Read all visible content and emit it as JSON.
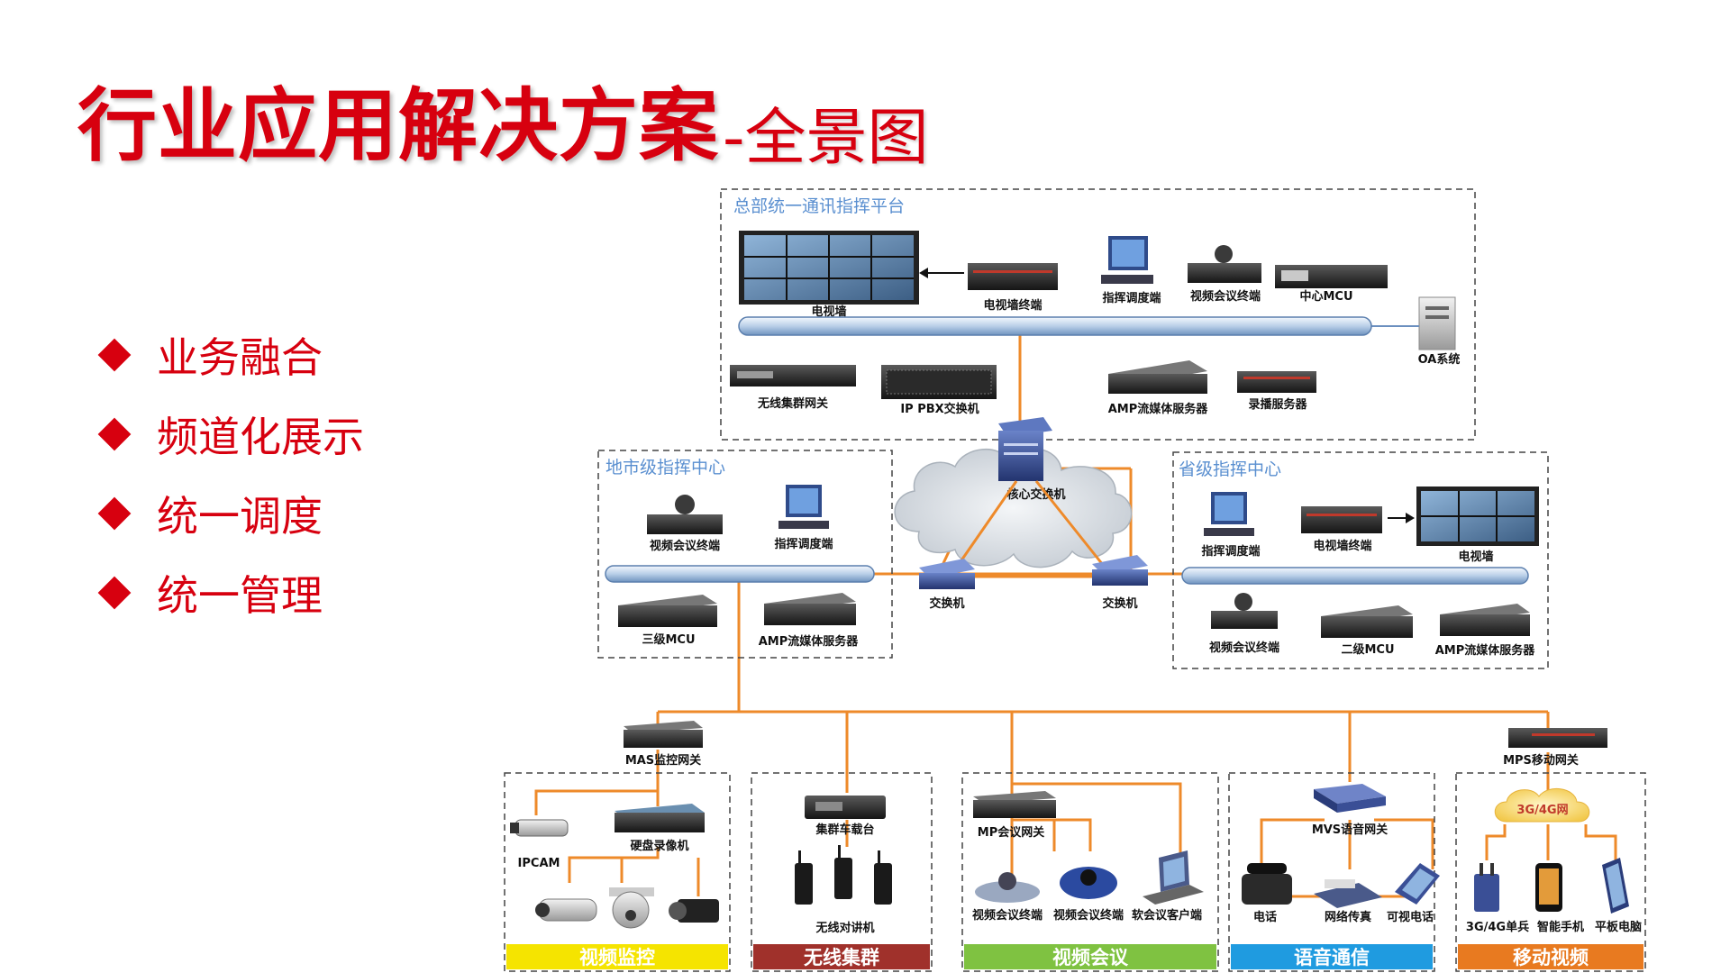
{
  "title": {
    "main": "行业应用解决方案",
    "sub": "-全景图"
  },
  "bullets": [
    "业务融合",
    "频道化展示",
    "统一调度",
    "统一管理"
  ],
  "diagram": {
    "hq": {
      "title": "总部统一通讯指挥平台",
      "labels": {
        "tvwall": "电视墙",
        "tvwall_terminal": "电视墙终端",
        "dispatch": "指挥调度端",
        "video_terminal": "视频会议终端",
        "mcu": "中心MCU",
        "oa": "OA系统",
        "trunk_gw": "无线集群网关",
        "ippbx": "IP PBX交换机",
        "amp": "AMP流媒体服务器",
        "recorder": "录播服务器"
      }
    },
    "core_switch": "核心交换机",
    "switch": "交换机",
    "city": {
      "title": "地市级指挥中心",
      "labels": {
        "video_terminal": "视频会议终端",
        "dispatch": "指挥调度端",
        "mcu": "三级MCU",
        "amp": "AMP流媒体服务器"
      }
    },
    "province": {
      "title": "省级指挥中心",
      "labels": {
        "dispatch": "指挥调度端",
        "tvwall_terminal": "电视墙终端",
        "tvwall": "电视墙",
        "video_terminal": "视频会议终端",
        "mcu": "二级MCU",
        "amp": "AMP流媒体服务器"
      }
    },
    "gateways": {
      "mas": "MAS监控网关",
      "mps": "MPS移动网关"
    },
    "bottom": {
      "video_monitor": {
        "category": "视频监控",
        "color": "#f5e400",
        "labels": {
          "ipcam": "IPCAM",
          "dvr": "硬盘录像机"
        }
      },
      "trunking": {
        "category": "无线集群",
        "color": "#a0312b",
        "labels": {
          "vehicle": "集群车载台",
          "radio": "无线对讲机"
        }
      },
      "conference": {
        "category": "视频会议",
        "color": "#7fc241",
        "labels": {
          "mp_gw": "MP会议网关",
          "t1": "视频会议终端",
          "t2": "视频会议终端",
          "soft": "软会议客户端"
        }
      },
      "voice": {
        "category": "语音通信",
        "color": "#1f9be0",
        "labels": {
          "mvs": "MVS语音网关",
          "phone": "电话",
          "fax": "网络传真",
          "videophone": "可视电话"
        }
      },
      "mobile": {
        "category": "移动视频",
        "color": "#e87a20",
        "labels": {
          "net": "3G/4G网",
          "soldier": "3G/4G单兵",
          "phone": "智能手机",
          "tablet": "平板电脑"
        }
      }
    }
  }
}
